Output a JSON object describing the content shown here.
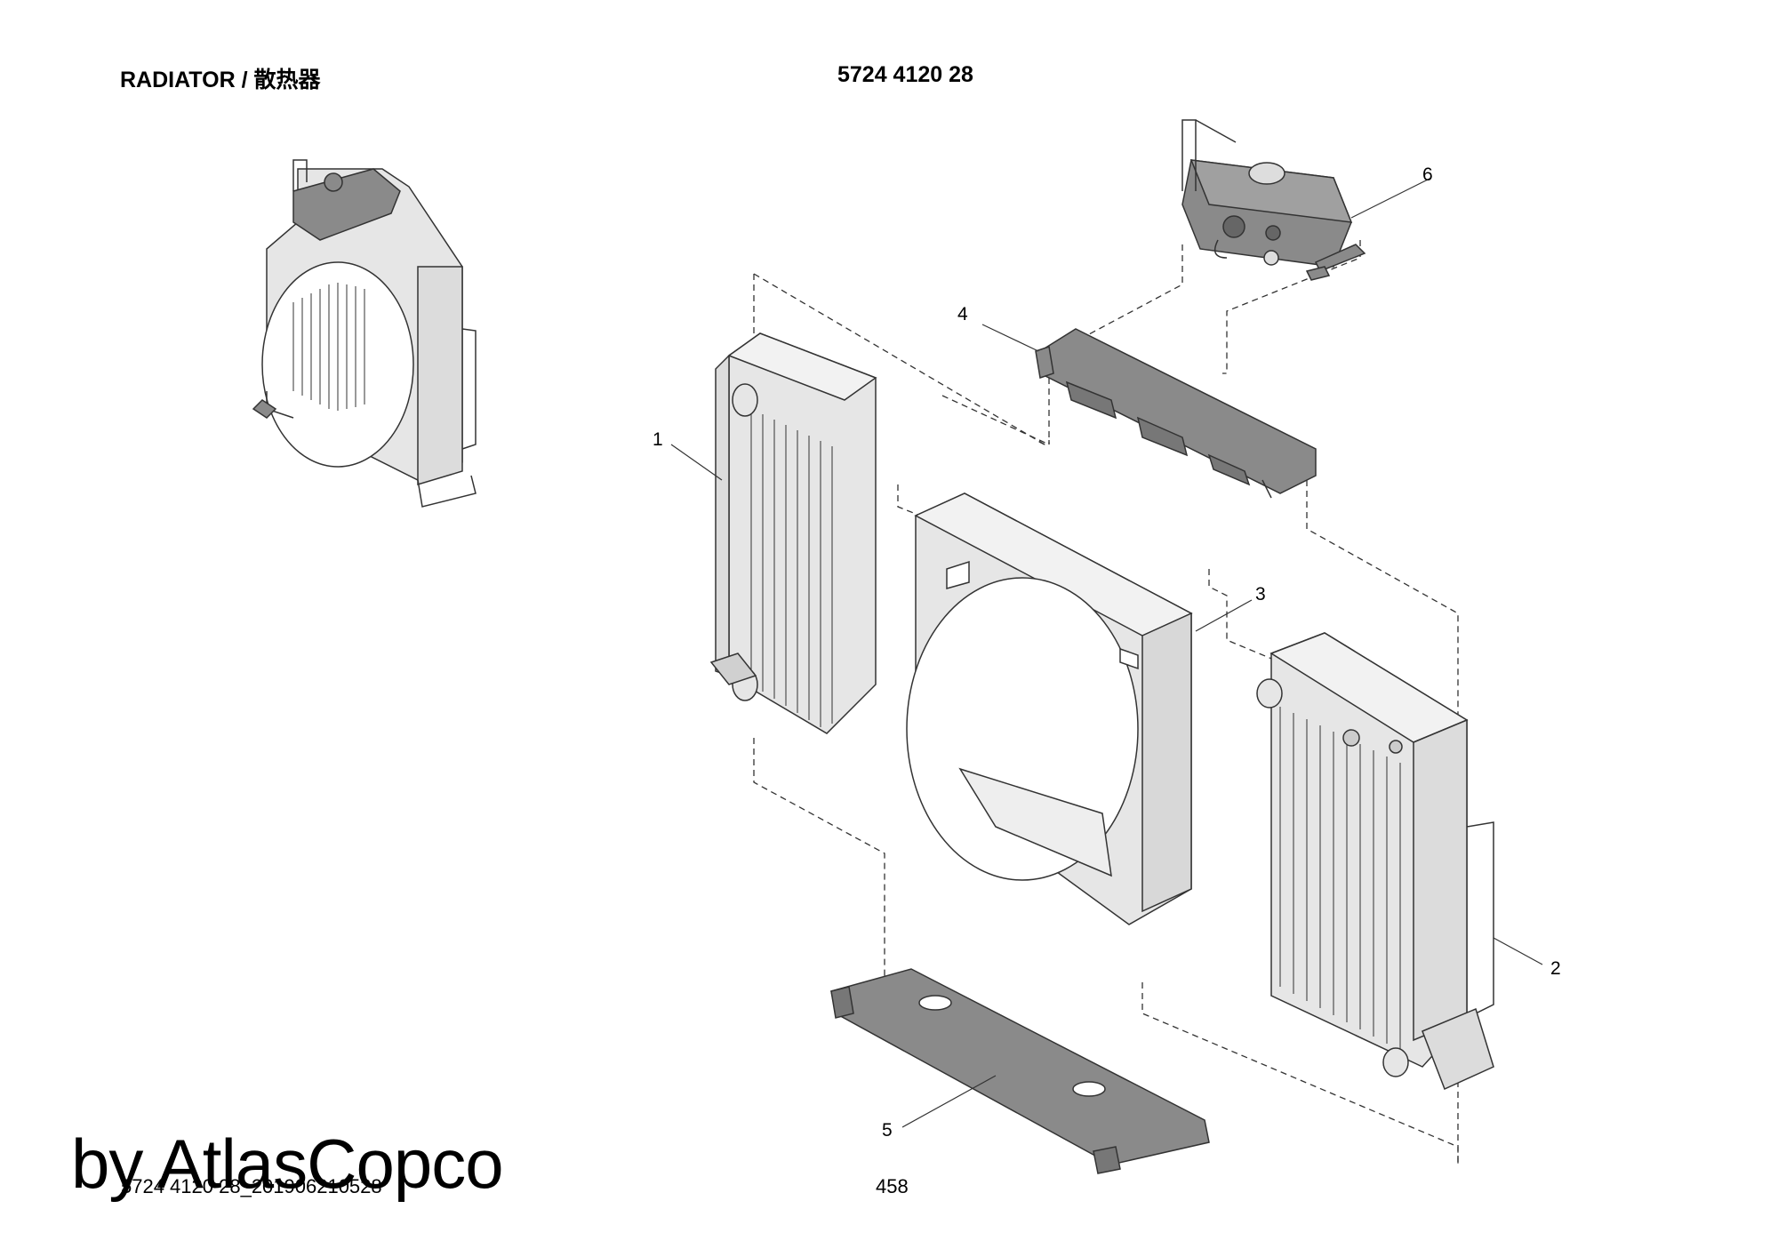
{
  "header": {
    "title": "RADIATOR / 散热器",
    "part_number": "5724 4120 28"
  },
  "callouts": [
    "1",
    "2",
    "3",
    "4",
    "5",
    "6"
  ],
  "footer": {
    "drawing_code": "5724 4120 28_201906210528",
    "page_number": "458"
  },
  "watermark": "by AtlasCopco",
  "colors": {
    "part_fill": "#e6e6e6",
    "dark_part": "#8a8a8a",
    "line": "#333333"
  }
}
